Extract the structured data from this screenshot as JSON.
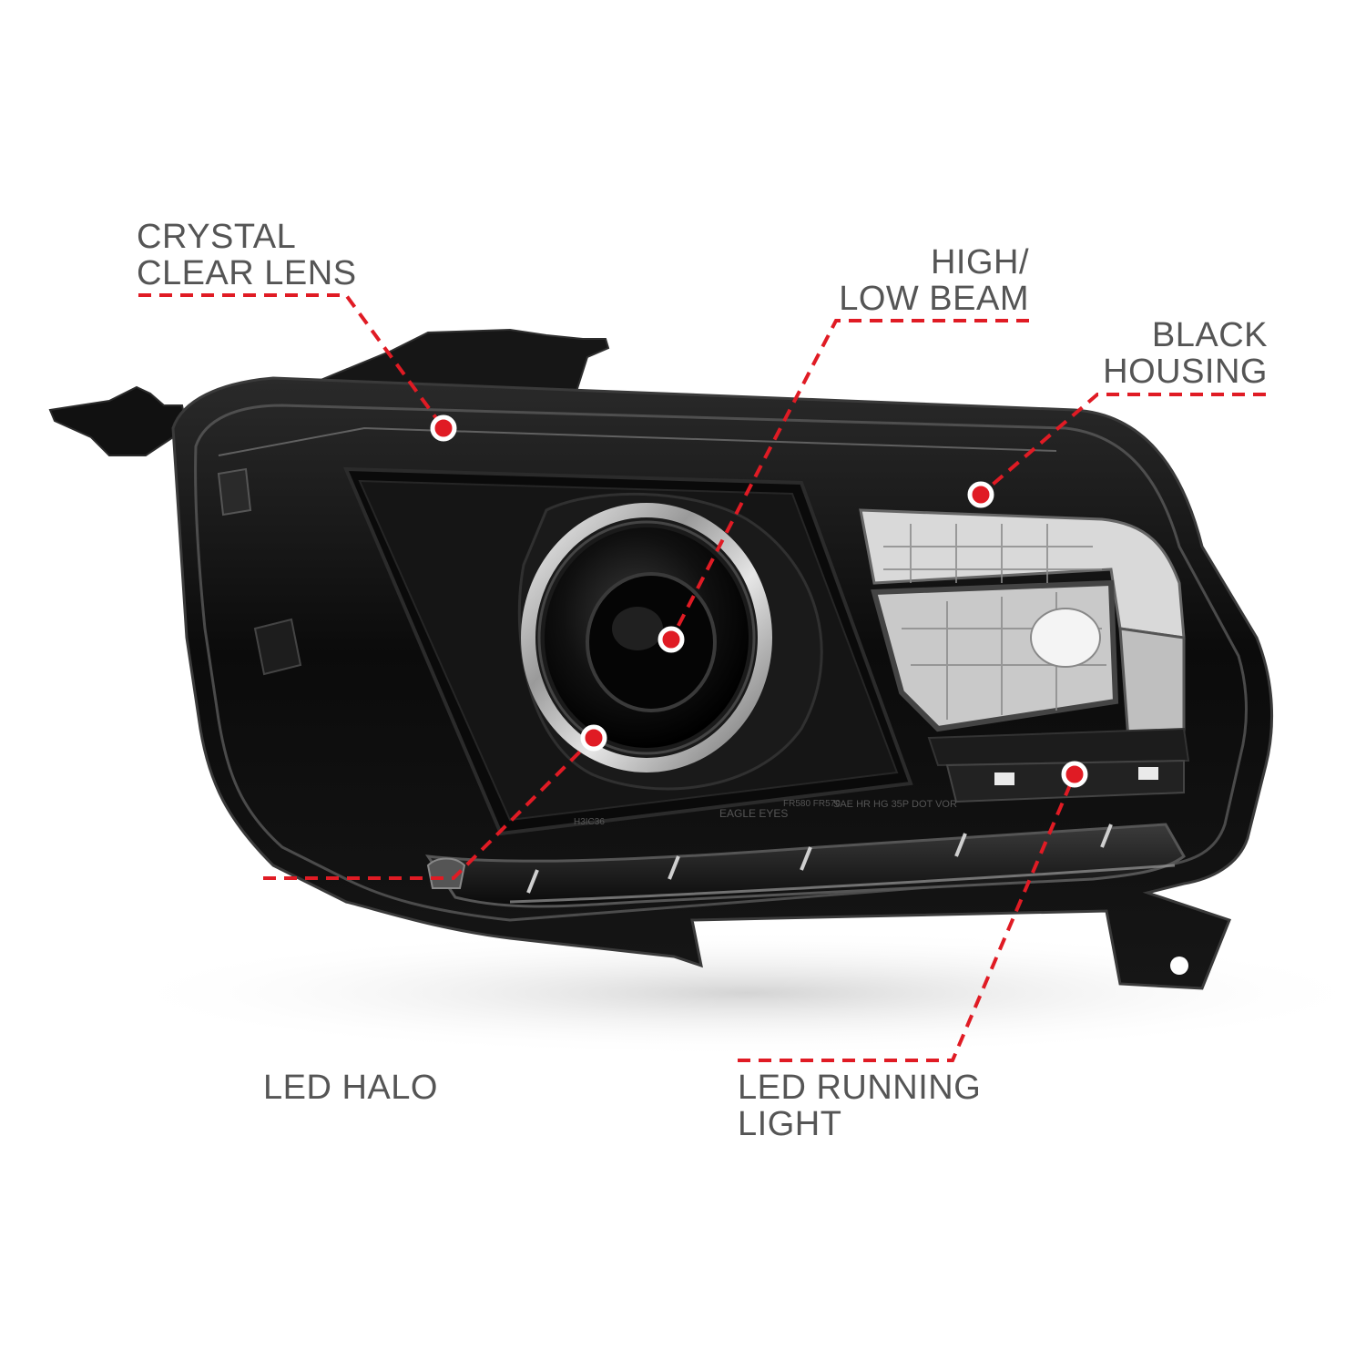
{
  "callouts": {
    "crystal_clear_lens": {
      "line1": "CRYSTAL",
      "line2": "CLEAR LENS"
    },
    "high_low_beam": {
      "line1": "HIGH/",
      "line2": "LOW BEAM"
    },
    "black_housing": {
      "line1": "BLACK",
      "line2": "HOUSING"
    },
    "led_halo": {
      "line1": "LED HALO"
    },
    "led_running_light": {
      "line1": "LED RUNNING",
      "line2": "LIGHT"
    }
  },
  "product_markings": {
    "brand": "EAGLE EYES",
    "codes": "FR580 FR570",
    "certification": "SAE HR HG 35P DOT VOR",
    "left_code": "H3IC36"
  },
  "colors": {
    "callout_line": "#e01b24",
    "callout_dot": "#e01b24",
    "label_text": "#555555",
    "housing": "#0d0d0d",
    "background": "#ffffff"
  }
}
